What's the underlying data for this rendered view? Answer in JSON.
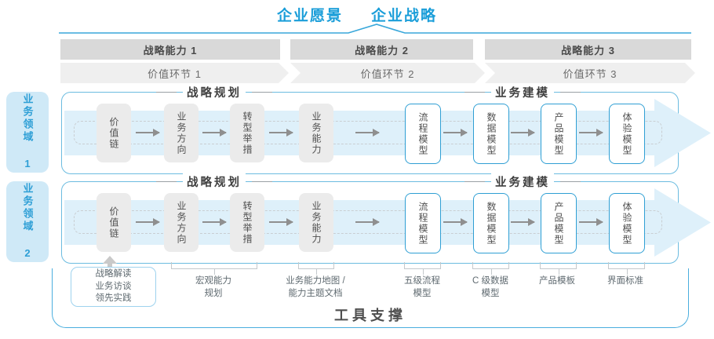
{
  "title": {
    "vision": "企业愿景",
    "strategy": "企业战略"
  },
  "strategic_capabilities": [
    "战略能力 1",
    "战略能力 2",
    "战略能力 3"
  ],
  "value_chains": [
    "价值环节 1",
    "价值环节 2",
    "价值环节 3"
  ],
  "business_domains": [
    "业务领域 1",
    "业务领域 2"
  ],
  "flow": {
    "planning_header": "战略规划",
    "modeling_header": "业务建模",
    "planning_boxes": [
      "价值链",
      "业务方向",
      "转型举措",
      "业务能力"
    ],
    "modeling_boxes": [
      "流程模型",
      "数据模型",
      "产品模型",
      "体验模型"
    ]
  },
  "annotations": {
    "interview_box": "战略解读\n业务访谈\n领先实践",
    "macro_capability": "宏观能力\n规划",
    "capability_map": "业务能力地图 /\n能力主题文档",
    "process_model": "五级流程\n模型",
    "data_model": "C 级数据\n模型",
    "product_template": "产品模板",
    "ui_standard": "界面标准"
  },
  "tool_support": "工具支撑",
  "colors": {
    "accent_blue": "#1b9ed9",
    "band_blue": "#def0fa",
    "domain_bg": "#cfe9f7",
    "bar_gray": "#d9d9d9",
    "chevron_gray": "#efefef",
    "box_gray": "#ebebeb",
    "box_border_blue": "#2f9fd4",
    "container_border": "#6cbce0"
  }
}
